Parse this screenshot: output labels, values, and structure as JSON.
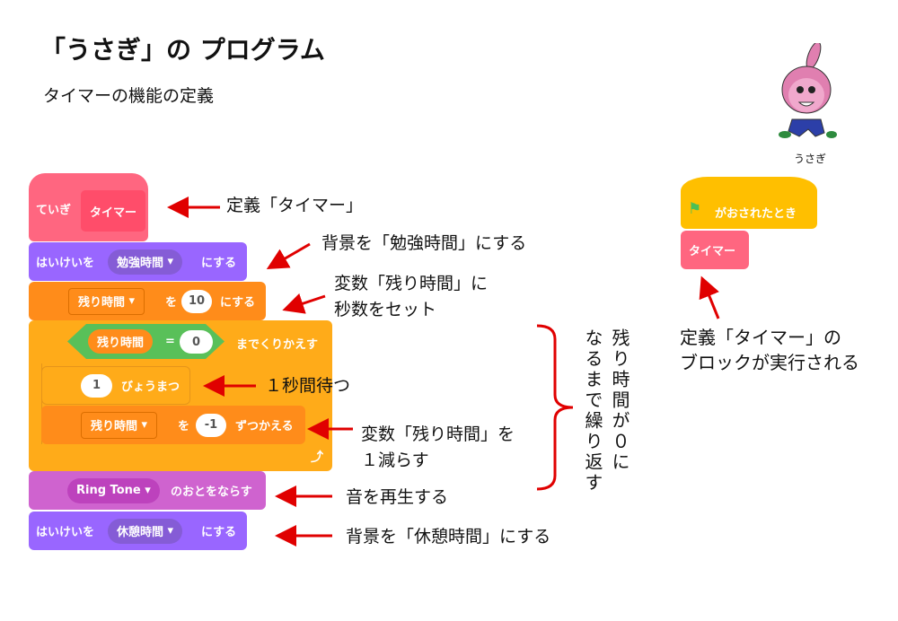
{
  "title": "「うさぎ」の プログラム",
  "subtitle": "タイマーの機能の定義",
  "sprite": {
    "name": "うさぎ"
  },
  "colors": {
    "define": "#FF6680",
    "looks": "#9966FF",
    "variables": "#FF8C1A",
    "control": "#FFAB19",
    "operators": "#59C059",
    "sound": "#CF63CF",
    "events": "#FFBF00",
    "arrow": "#E00000"
  },
  "blocks": {
    "define": {
      "label": "ていぎ",
      "name": "タイマー"
    },
    "backdrop1": {
      "prefix": "はいけいを",
      "value": "勉強時間",
      "suffix": "にする"
    },
    "setvar": {
      "var": "残り時間",
      "mid": "を",
      "value": "10",
      "suffix": "にする"
    },
    "repeat": {
      "var": "残り時間",
      "op": "=",
      "value": "0",
      "suffix": "までくりかえす"
    },
    "wait": {
      "value": "1",
      "suffix": "びょうまつ"
    },
    "change": {
      "var": "残り時間",
      "mid": "を",
      "value": "-1",
      "suffix": "ずつかえる"
    },
    "sound": {
      "value": "Ring Tone",
      "suffix": "のおとをならす"
    },
    "backdrop2": {
      "prefix": "はいけいを",
      "value": "休憩時間",
      "suffix": "にする"
    },
    "hat": {
      "label": "がおされたとき"
    },
    "call": {
      "label": "タイマー"
    }
  },
  "annotations": {
    "define": "定義「タイマー」",
    "backdrop1": "背景を「勉強時間」にする",
    "setvar1": "変数「残り時間」に",
    "setvar2": "秒数をセット",
    "loop1": "残り時間が０に",
    "loop2": "なるまで繰り返す",
    "wait": "１秒間待つ",
    "change1": "変数「残り時間」を",
    "change2": "１減らす",
    "sound": "音を再生する",
    "backdrop2": "背景を「休憩時間」にする",
    "call1": "定義「タイマー」の",
    "call2": "ブロックが実行される"
  }
}
